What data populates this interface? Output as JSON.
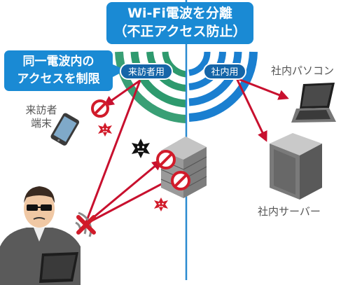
{
  "title": {
    "line1": "Wi-Fi電波を分離",
    "line2": "（不正アクセス防止）"
  },
  "restrict_note": {
    "line1": "同一電波内の",
    "line2": "アクセスを制限"
  },
  "ssid_visitor": "来訪者用",
  "ssid_internal": "社内用",
  "visitor_terminal": {
    "line1": "来訪者",
    "line2": "端末"
  },
  "internal_pc": "社内パソコン",
  "internal_server": "社内サーバー",
  "colors": {
    "accent_blue": "#1a8ad4",
    "dark_blue": "#1565a8",
    "wave_green": "#2e9a6e",
    "arrow_red": "#c8102e",
    "divider": "#2a8ad0",
    "block_red": "#d11b2a"
  },
  "icons": [
    "wifi-waves-icon",
    "smartphone-icon",
    "laptop-icon",
    "server-icon",
    "firewall-icon",
    "hacker-icon",
    "no-entry-icon",
    "angry-face-icon"
  ]
}
